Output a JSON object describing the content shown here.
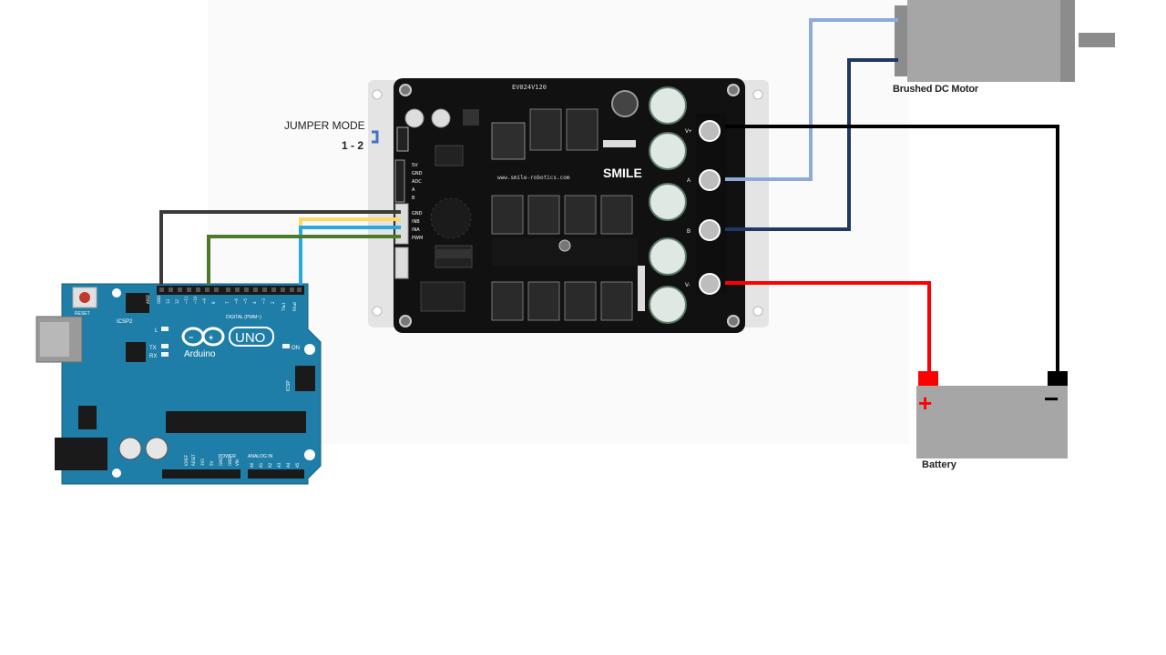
{
  "labels": {
    "jumper_mode": "JUMPER MODE",
    "jumper_pins": "1 - 2",
    "motor": "Brushed DC Motor",
    "battery": "Battery"
  },
  "driver": {
    "brand": "SMILE",
    "model": "EV024V120",
    "url": "www.smile-robotics.com",
    "input_pins": [
      "5V",
      "GND",
      "ADC",
      "A",
      "B",
      "GND",
      "INB",
      "INA",
      "PWM"
    ],
    "output_terminals": [
      "V+",
      "A",
      "B",
      "V-"
    ]
  },
  "arduino": {
    "brand": "Arduino",
    "model": "UNO",
    "reset": "RESET",
    "icsp2": "ICSP2",
    "icsp": "ICSP",
    "digital_header": "DIGITAL (PWM~)",
    "power_header": "POWER",
    "analog_header": "ANALOG IN",
    "led_l": "L",
    "led_tx": "TX",
    "led_rx": "RX",
    "led_on": "ON",
    "pin_gnd": "GND",
    "pin_aref": "AREF",
    "pin_labels_top": [
      "13",
      "12",
      "~11",
      "~10",
      "~9",
      "8",
      "7",
      "~6",
      "~5",
      "4",
      "~3",
      "2",
      "TX▸1",
      "RX◂0"
    ],
    "pin_labels_power": [
      "IOREF",
      "RESET",
      "3V3",
      "5V",
      "GND",
      "GND",
      "VIN"
    ],
    "pin_labels_analog": [
      "A0",
      "A1",
      "A2",
      "A3",
      "A4",
      "A5"
    ]
  },
  "battery": {
    "plus": "+",
    "minus": "−"
  },
  "colors": {
    "wire_gnd": "#3a3a3a",
    "wire_pwm": "#4a7a2a",
    "wire_ina": "#ffd966",
    "wire_inb": "#29a8e0",
    "wire_motor_a": "#8eaadb",
    "wire_motor_b": "#1f3864",
    "wire_positive": "#ff0000",
    "wire_negative": "#000000",
    "arduino_board": "#1f7ea8",
    "driver_board": "#111111",
    "motor_body": "#a6a6a6",
    "battery_body": "#a6a6a6"
  }
}
